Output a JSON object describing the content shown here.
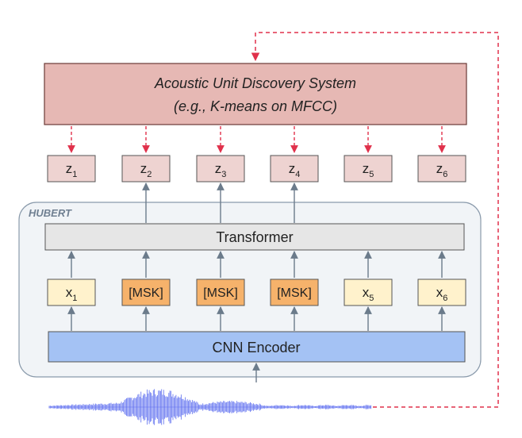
{
  "aud_system": {
    "line1": "Acoustic Unit Discovery System",
    "line2": "(e.g., K-means on MFCC)"
  },
  "targets": [
    {
      "base": "z",
      "sub": "1"
    },
    {
      "base": "z",
      "sub": "2"
    },
    {
      "base": "z",
      "sub": "3"
    },
    {
      "base": "z",
      "sub": "4"
    },
    {
      "base": "z",
      "sub": "5"
    },
    {
      "base": "z",
      "sub": "6"
    }
  ],
  "hubert_label": "HUBERT",
  "transformer_label": "Transformer",
  "inputs": [
    {
      "base": "x",
      "sub": "1",
      "masked": false
    },
    {
      "base": "[MSK]",
      "sub": "",
      "masked": true
    },
    {
      "base": "[MSK]",
      "sub": "",
      "masked": true
    },
    {
      "base": "[MSK]",
      "sub": "",
      "masked": true
    },
    {
      "base": "x",
      "sub": "5",
      "masked": false
    },
    {
      "base": "x",
      "sub": "6",
      "masked": false
    }
  ],
  "cnn_label": "CNN Encoder",
  "waveform_icon": "audio-waveform",
  "colors": {
    "aud_fill": "#e6b8b4",
    "aud_stroke": "#6b3b37",
    "z_fill": "#eed3d1",
    "x_fill": "#fff2cc",
    "msk_fill": "#f6b26b",
    "transformer_fill": "#e6e6e6",
    "cnn_fill": "#a4c2f4",
    "hubert_fill": "#f1f4f7",
    "hubert_stroke": "#8a9aab",
    "hubert_label": "#6f7f91",
    "arrow_grey": "#6b7b8b",
    "arrow_red": "#e0314b",
    "wave": "#5566ee"
  }
}
